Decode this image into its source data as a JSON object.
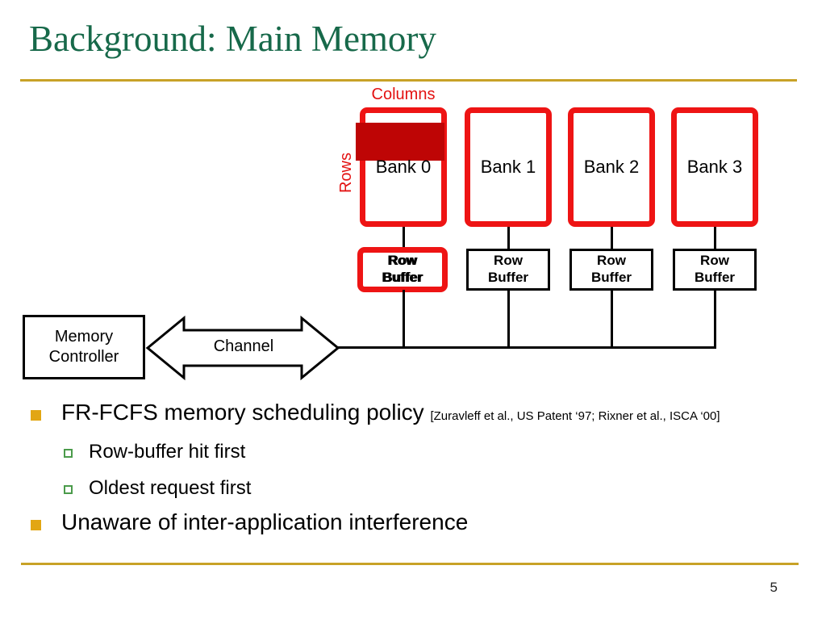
{
  "slide": {
    "title": "Background: Main Memory",
    "page_number": "5"
  },
  "diagram": {
    "columns_label": "Columns",
    "rows_label": "Rows",
    "banks": [
      {
        "label": "Bank 0",
        "open_row_highlighted": true
      },
      {
        "label": "Bank 1"
      },
      {
        "label": "Bank 2"
      },
      {
        "label": "Bank 3"
      }
    ],
    "row_buffers": [
      {
        "label": "Row Buffer",
        "highlighted": true
      },
      {
        "label": "Row Buffer"
      },
      {
        "label": "Row Buffer"
      },
      {
        "label": "Row Buffer"
      }
    ],
    "memory_controller_label": "Memory Controller",
    "channel_label": "Channel"
  },
  "bullets": {
    "item1": {
      "text": "FR-FCFS memory scheduling policy",
      "citation": "[Zuravleff et al., US Patent ‘97; Rixner et al., ISCA ‘00]"
    },
    "sub1": {
      "text": "Row-buffer hit first"
    },
    "sub2": {
      "text": "Oldest request first"
    },
    "item2": {
      "text": "Unaware of inter-application interference"
    }
  },
  "colors": {
    "title_green": "#17694A",
    "accent_gold": "#C8A227",
    "bullet_gold": "#E2A613",
    "sub_bullet_green": "#4B9B4B",
    "bank_red": "#EE1414",
    "row_fill_dark_red": "#BE0505",
    "label_red": "#E31212"
  }
}
